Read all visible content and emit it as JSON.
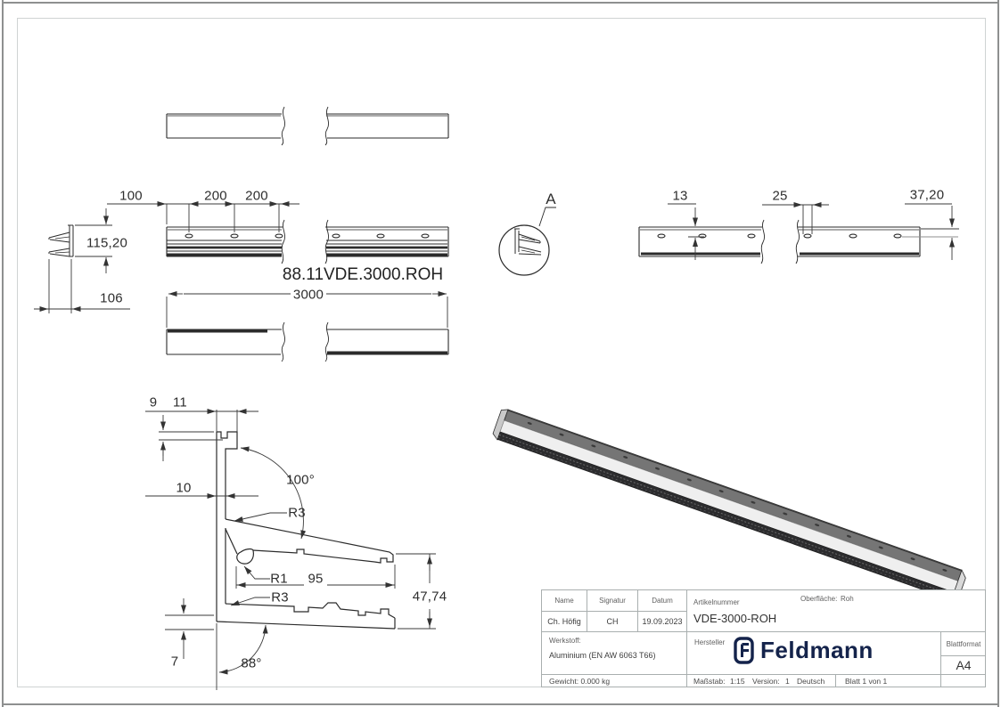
{
  "drawing": {
    "part_label": "88.11VDE.3000.ROH",
    "detail_label": "A",
    "dims": {
      "hole_offset": "100",
      "hole_pitch_a": "200",
      "hole_pitch_b": "200",
      "profile_height": "115,20",
      "profile_depth": "106",
      "total_length": "3000",
      "hole_edge": "13",
      "hole_slot": "25",
      "edge_distance": "37,20",
      "notch_depth": "9",
      "hat_width": "11",
      "web_thickness": "10",
      "flange_angle": "100°",
      "radius_top": "R3",
      "radius_clip": "R1",
      "flange_length": "95",
      "radius_bottom": "R3",
      "section_height": "47,74",
      "foot_height": "7",
      "base_angle": "88°"
    }
  },
  "title_block": {
    "name_label": "Name",
    "signatur_label": "Signatur",
    "datum_label": "Datum",
    "name_value": "Ch. Höfig",
    "signatur_value": "CH",
    "datum_value": "19.09.2023",
    "artikelnummer_label": "Artikelnummer",
    "artikelnummer_value": "VDE-3000-ROH",
    "oberflaeche_label": "Oberfläche:",
    "oberflaeche_value": "Roh",
    "werkstoff_label": "Werkstoff:",
    "werkstoff_value": "Aluminium (EN AW 6063 T66)",
    "hersteller_label": "Hersteller",
    "brand": "Feldmann",
    "blattformat_label": "Blattformat",
    "blattformat_value": "A4",
    "gewicht_label": "Gewicht:",
    "gewicht_value": "0.000 kg",
    "massstab_label": "Maßstab:",
    "massstab_value": "1:15",
    "version_label": "Version:",
    "version_value": "1",
    "sprache": "Deutsch",
    "blatt": "Blatt 1 von 1"
  },
  "colors": {
    "brand_navy": "#14234b",
    "line": "#2b2b2b",
    "grid_gray": "#a9afaf",
    "iso_top_face": "#757575",
    "iso_front_face": "#efefef",
    "iso_dark_band": "#2c2c2e"
  }
}
